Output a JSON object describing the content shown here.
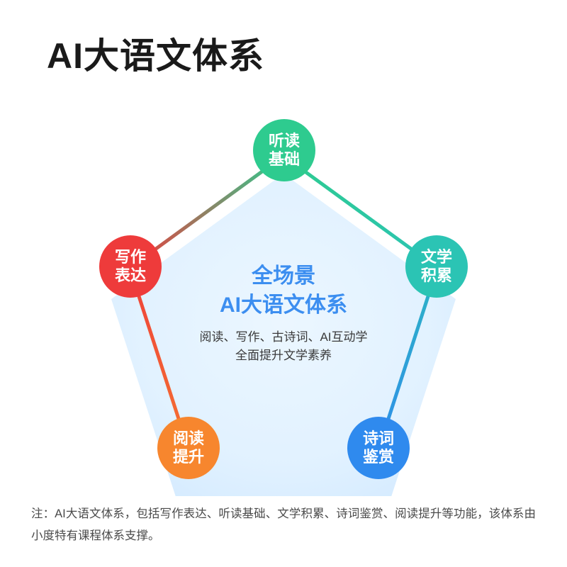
{
  "page": {
    "title": "AI大语文体系",
    "background_color": "#ffffff"
  },
  "diagram": {
    "type": "pentagon-radial",
    "center": {
      "title_line1": "全场景",
      "title_line2": "AI大语文体系",
      "subtitle_line1": "阅读、写作、古诗词、AI互动学",
      "subtitle_line2": "全面提升文学素养",
      "title_color": "#3c8ef0",
      "subtitle_color": "#3a3a3a",
      "fill_color": "#dcefff"
    },
    "nodes": [
      {
        "id": "node-listening",
        "line1": "听读",
        "line2": "基础",
        "color": "#2ecb8f",
        "position": "top"
      },
      {
        "id": "node-literature",
        "line1": "文学",
        "line2": "积累",
        "color": "#2bc4b4",
        "position": "right-upper"
      },
      {
        "id": "node-poetry",
        "line1": "诗词",
        "line2": "鉴赏",
        "color": "#2f8aee",
        "position": "right-lower"
      },
      {
        "id": "node-reading",
        "line1": "阅读",
        "line2": "提升",
        "color": "#f7862e",
        "position": "left-lower"
      },
      {
        "id": "node-writing",
        "line1": "写作",
        "line2": "表达",
        "color": "#ee3b3b",
        "position": "left-upper"
      }
    ],
    "outline_colors": [
      "#2ecb8f",
      "#2bc4b4",
      "#2f8aee",
      "#4a90f0",
      "#ee5a5a",
      "#5aa8f5"
    ]
  },
  "footnote": {
    "text": "注：AI大语文体系，包括写作表达、听读基础、文学积累、诗词鉴赏、阅读提升等功能，该体系由小度特有课程体系支撑。"
  }
}
